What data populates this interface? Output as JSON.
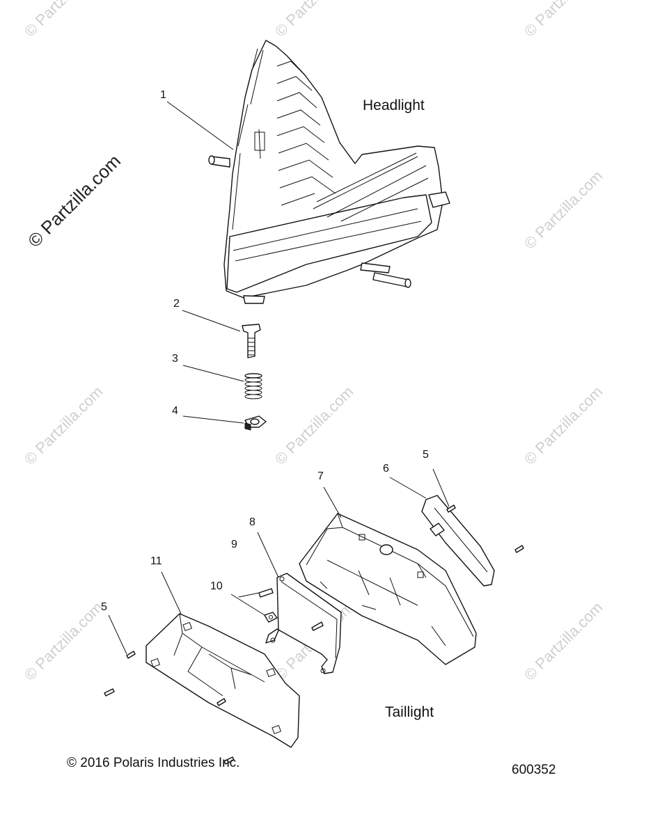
{
  "watermarks": {
    "main": "© Partzilla.com",
    "faint": "© Partzilla.com"
  },
  "labels": {
    "headlight": "Headlight",
    "taillight": "Taillight"
  },
  "callouts": [
    {
      "id": "c1",
      "text": "1"
    },
    {
      "id": "c2",
      "text": "2"
    },
    {
      "id": "c3",
      "text": "3"
    },
    {
      "id": "c4",
      "text": "4"
    },
    {
      "id": "c5a",
      "text": "5"
    },
    {
      "id": "c6",
      "text": "6"
    },
    {
      "id": "c7",
      "text": "7"
    },
    {
      "id": "c8",
      "text": "8"
    },
    {
      "id": "c9",
      "text": "9"
    },
    {
      "id": "c10",
      "text": "10"
    },
    {
      "id": "c11",
      "text": "11"
    },
    {
      "id": "c5b",
      "text": "5"
    }
  ],
  "footer": {
    "copyright": "© 2016 Polaris Industries Inc.",
    "diagram_number": "600352"
  }
}
